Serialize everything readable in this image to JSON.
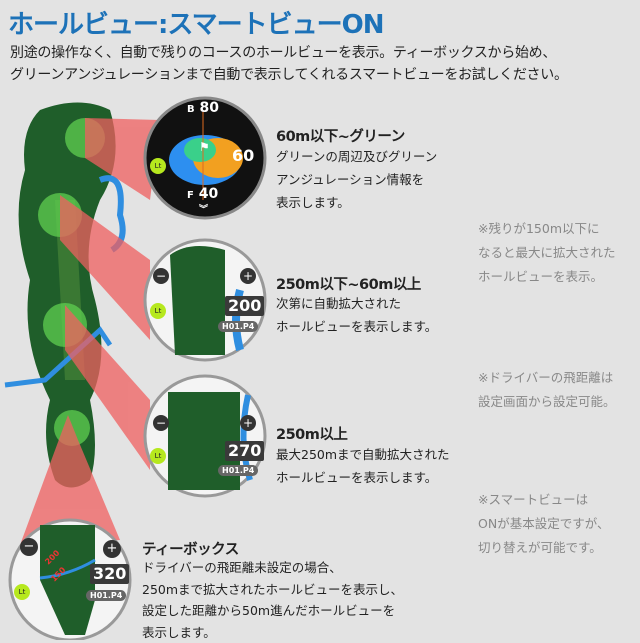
{
  "header": {
    "title": "ホールビュー:スマートビューON",
    "intro": [
      "別途の操作なく、自動で残りのコースのホールビューを表示。ティーボックスから始め、",
      "グリーンアンジュレーションまで自動で表示してくれるスマートビューをお試しください。"
    ]
  },
  "stages": [
    {
      "heading": "60m以下~グリーン",
      "body": [
        "グリーンの周辺及びグリーン",
        "アンジュレーション情報を",
        "表示します。"
      ],
      "watch": {
        "back": "B",
        "back_value": "80",
        "center_value": "60",
        "front": "F",
        "front_value": "40"
      }
    },
    {
      "heading": "250m以下~60m以上",
      "body": [
        "次第に自動拡大された",
        "ホールビューを表示します。"
      ],
      "watch": {
        "distance": "200",
        "hole": "H01.P4"
      }
    },
    {
      "heading": "250m以上",
      "body": [
        "最大250mまで自動拡大された",
        "ホールビューを表示します。"
      ],
      "watch": {
        "distance": "270",
        "hole": "H01.P4"
      }
    },
    {
      "heading": "ティーボックス",
      "body": [
        "ドライバーの飛距離未設定の場合、",
        "250mまで拡大されたホールビューを表示し、",
        "設定した距離から50m進んだホールビューを",
        "表示します。"
      ],
      "watch": {
        "distance": "320",
        "hole": "H01.P4",
        "marks": [
          "200",
          "150"
        ]
      }
    }
  ],
  "notes": [
    [
      "※残りが150m以下に",
      "なると最大に拡大された",
      "ホールビューを表示。"
    ],
    [
      "※ドライバーの飛距離は",
      "設定画面から設定可能。"
    ],
    [
      "※スマートビューは",
      "ONが基本設定ですが、",
      "切り替えが可能です。"
    ]
  ],
  "colors": {
    "title": "#1d72b8",
    "beam": "#f06060",
    "fairway": "#1f5e2a",
    "water": "#2f8ee0"
  },
  "icons": [
    "minus-icon",
    "plus-icon",
    "lt-icon",
    "flag-icon",
    "chevron-down-icon"
  ]
}
